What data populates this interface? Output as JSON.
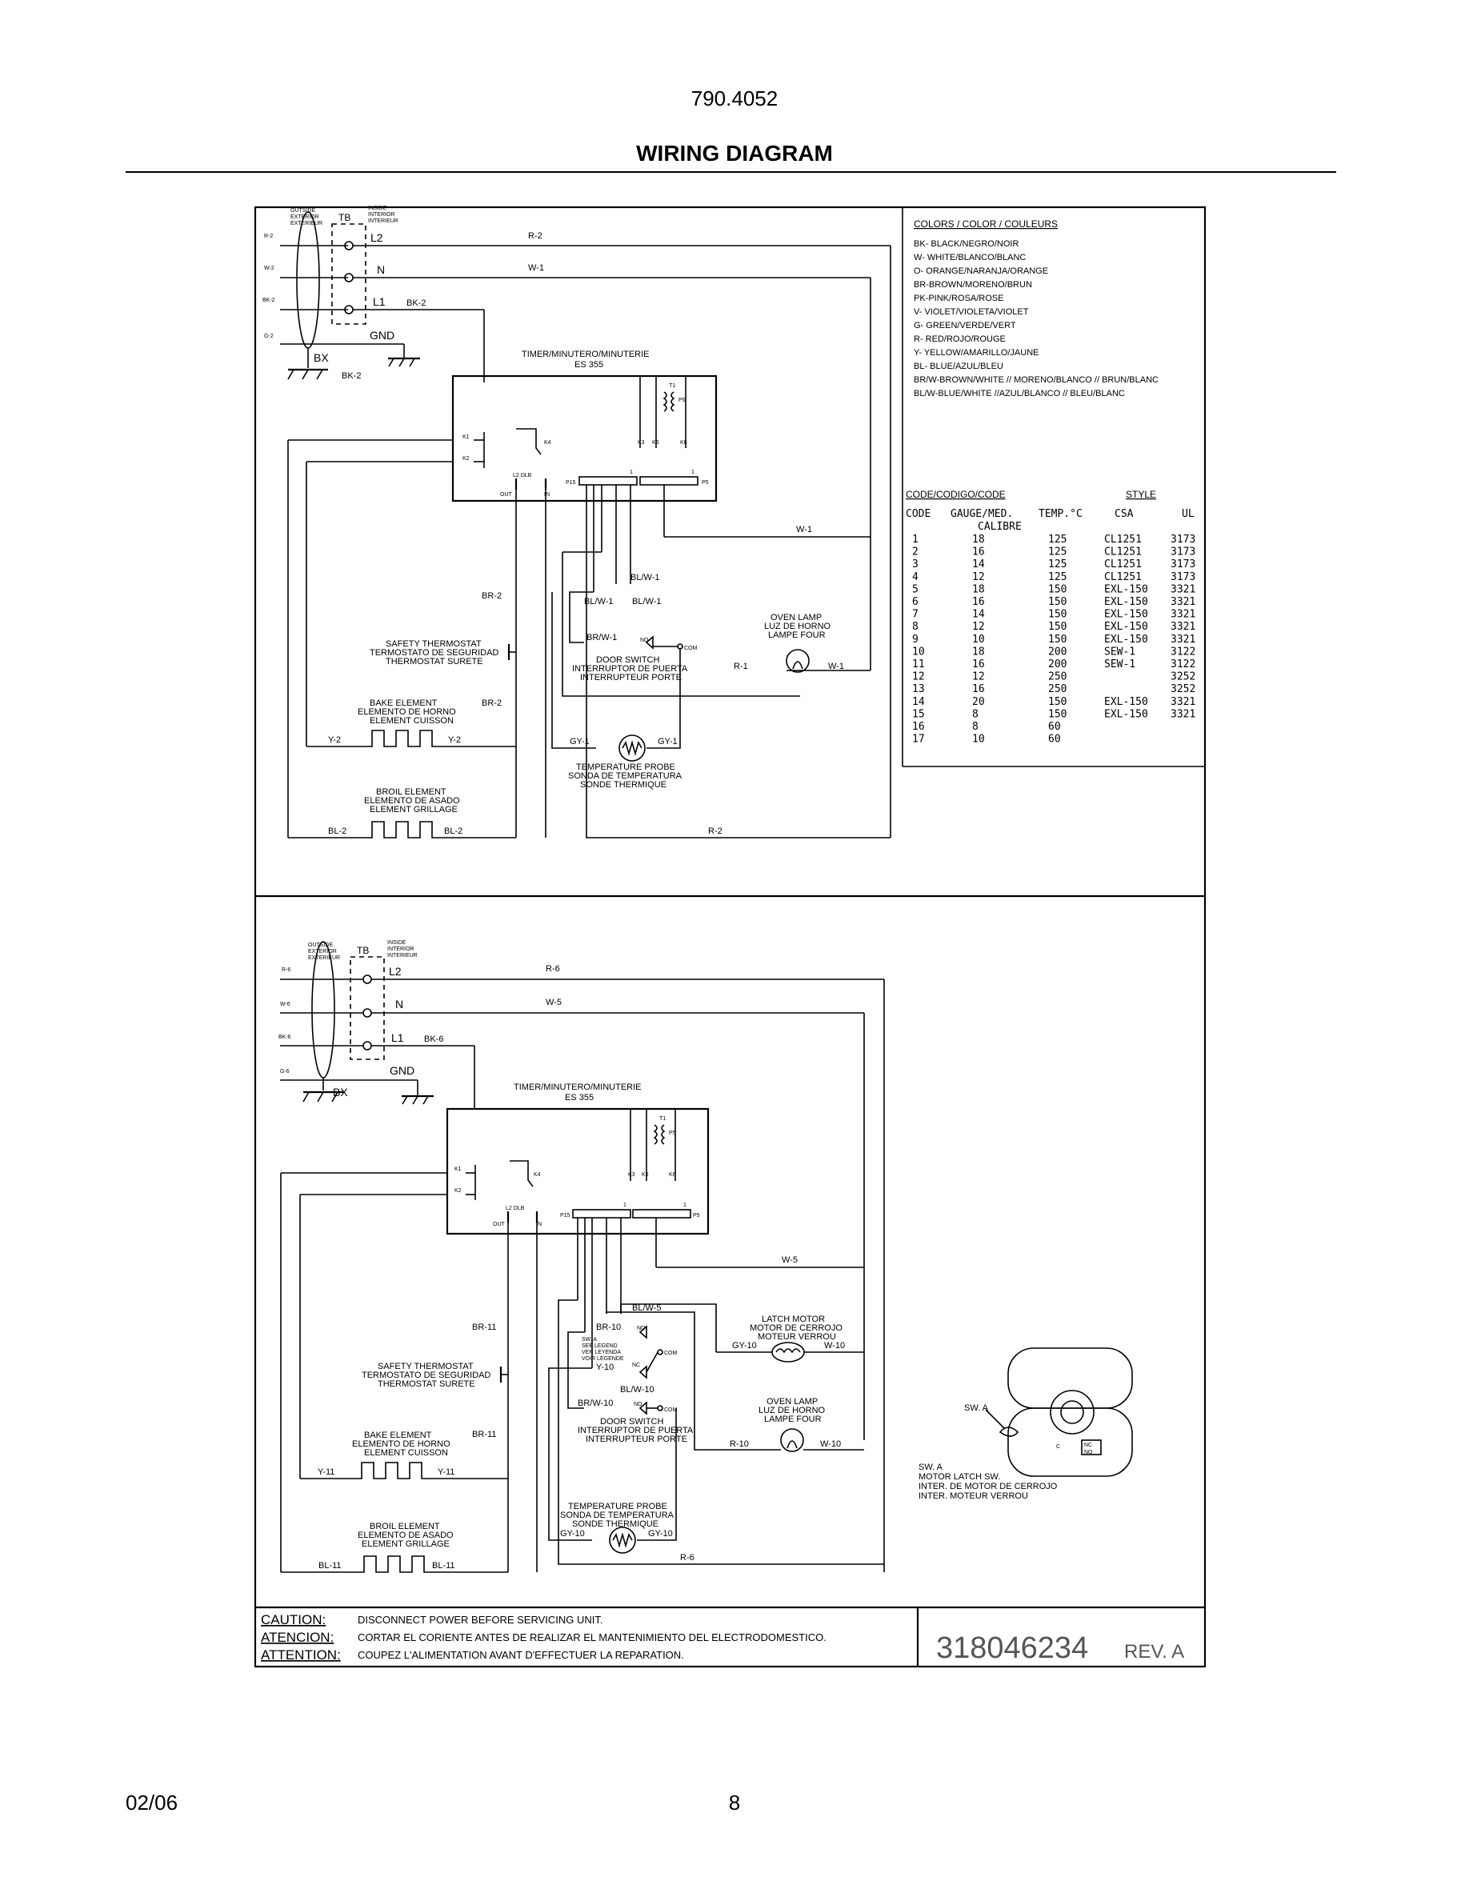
{
  "header": {
    "model": "790.4052",
    "title": "WIRING DIAGRAM"
  },
  "footer": {
    "date": "02/06",
    "page": "8"
  },
  "tb": {
    "outside": [
      "OUTSIDE",
      "EXTERIOR",
      "EXTERIEUR"
    ],
    "inside": [
      "INSIDE",
      "INTERIOR",
      "INTERIEUR"
    ],
    "tb": "TB",
    "l2": "L2",
    "n": "N",
    "l1": "L1",
    "gnd": "GND",
    "bx": "BX"
  },
  "timer": {
    "title": "TIMER/MINUTERO/MINUTERIE",
    "model": "ES 355",
    "k1": "K1",
    "k2": "K2",
    "k4": "K4",
    "k3": "K3",
    "k5": "K5",
    "k6": "K6",
    "t1": "T1",
    "p5": "P5",
    "p15": "P15",
    "l2dlb": "L2 DLB",
    "out": "OUT",
    "in": "IN",
    "one": "1"
  },
  "diagram1": {
    "wires": {
      "r2_top": "R-2",
      "w1_top": "W-1",
      "bk2_l1": "BK-2",
      "bk2_gnd": "BK-2",
      "w1_mid": "W-1",
      "br2_a": "BR-2",
      "br2_b": "BR-2",
      "y2_a": "Y-2",
      "y2_b": "Y-2",
      "bl2_a": "BL-2",
      "bl2_b": "BL-2",
      "blw1_a": "BL/W-1",
      "blw1_b": "BL/W-1",
      "blw1_c": "BL/W-1",
      "brw1": "BR/W-1",
      "r1": "R-1",
      "w1_lamp": "W-1",
      "gy1_a": "GY-1",
      "gy1_b": "GY-1",
      "r2_bottom": "R-2"
    },
    "left_codes": [
      "R-2",
      "W-2",
      "BK-2",
      "G-2"
    ],
    "safety_thermostat": [
      "SAFETY THERMOSTAT",
      "TERMOSTATO DE SEGURIDAD",
      "THERMOSTAT SURETE"
    ],
    "bake_element": [
      "BAKE ELEMENT",
      "ELEMENTO DE HORNO",
      "ELEMENT CUISSON"
    ],
    "broil_element": [
      "BROIL ELEMENT",
      "ELEMENTO DE ASADO",
      "ELEMENT GRILLAGE"
    ],
    "door_switch": [
      "DOOR SWITCH",
      "INTERRUPTOR DE PUERTA",
      "INTERRUPTEUR PORTE"
    ],
    "oven_lamp": [
      "OVEN LAMP",
      "LUZ DE HORNO",
      "LAMPE FOUR"
    ],
    "temp_probe": [
      "TEMPERATURE PROBE",
      "SONDA DE TEMPERATURA",
      "SONDE THERMIQUE"
    ],
    "no": "NO",
    "com": "COM"
  },
  "diagram2": {
    "wires": {
      "r6_top": "R-6",
      "w5_top": "W-5",
      "bk6_l1": "BK-6",
      "w5_mid": "W-5",
      "br11_a": "BR-11",
      "br11_b": "BR-11",
      "y11_a": "Y-11",
      "y11_b": "Y-11",
      "bl11_a": "BL-11",
      "bl11_b": "BL-11",
      "blw5": "BL/W-5",
      "br10": "BR-10",
      "y10": "Y-10",
      "blw10": "BL/W-10",
      "brw10": "BR/W-10",
      "gy10_latch": "GY-10",
      "w10_latch": "W-10",
      "r10": "R-10",
      "w10_lamp": "W-10",
      "gy10_a": "GY-10",
      "gy10_b": "GY-10",
      "r6_bottom": "R-6"
    },
    "left_codes": [
      "R-6",
      "W-6",
      "BK-6",
      "G-6"
    ],
    "swa_legend": [
      "SW. A",
      "SEE LEGEND",
      "VER LEYENDA",
      "VOIR LEGENDE"
    ],
    "latch_motor": [
      "LATCH MOTOR",
      "MOTOR DE CERROJO",
      "MOTEUR VERROU"
    ],
    "oven_lamp": [
      "OVEN LAMP",
      "LUZ DE HORNO",
      "LAMPE FOUR"
    ],
    "door_switch": [
      "DOOR SWITCH",
      "INTERRUPTOR DE PUERTA",
      "INTERRUPTEUR PORTE"
    ],
    "temp_probe": [
      "TEMPERATURE PROBE",
      "SONDA DE TEMPERATURA",
      "SONDE THERMIQUE"
    ],
    "safety_thermostat": [
      "SAFETY THERMOSTAT",
      "TERMOSTATO DE SEGURIDAD",
      "THERMOSTAT SURETE"
    ],
    "bake_element": [
      "BAKE ELEMENT",
      "ELEMENTO DE HORNO",
      "ELEMENT CUISSON"
    ],
    "broil_element": [
      "BROIL ELEMENT",
      "ELEMENTO DE ASADO",
      "ELEMENT GRILLAGE"
    ],
    "no": "NO",
    "nc": "NC",
    "com": "COM",
    "swa_detail": {
      "label": "SW. A",
      "c": "C",
      "nc": "NC",
      "no": "NO",
      "legend": [
        "SW. A",
        "MOTOR LATCH SW.",
        "INTER. DE MOTOR DE CERROJO",
        "INTER. MOTEUR VERROU"
      ]
    }
  },
  "colors_legend": {
    "title": "COLORS / COLOR / COULEURS",
    "items": [
      "BK- BLACK/NEGRO/NOIR",
      "W- WHITE/BLANCO/BLANC",
      "O- ORANGE/NARANJA/ORANGE",
      "BR-BROWN/MORENO/BRUN",
      "PK-PINK/ROSA/ROSE",
      "V- VIOLET/VIOLETA/VIOLET",
      "G- GREEN/VERDE/VERT",
      "R- RED/ROJO/ROUGE",
      "Y- YELLOW/AMARILLO/JAUNE",
      "BL- BLUE/AZUL/BLEU",
      "BR/W-BROWN/WHITE // MORENO/BLANCO // BRUN/BLANC",
      "BL/W-BLUE/WHITE //AZUL/BLANCO // BLEU/BLANC"
    ]
  },
  "code_table": {
    "heading": "CODE/CODIGO/CODE",
    "style": "STYLE",
    "columns": [
      "CODE",
      "GAUGE/MED.",
      "TEMP.°C",
      "CSA",
      "UL"
    ],
    "calibre": "CALIBRE",
    "rows": [
      [
        "1",
        "18",
        "125",
        "CL1251",
        "3173"
      ],
      [
        "2",
        "16",
        "125",
        "CL1251",
        "3173"
      ],
      [
        "3",
        "14",
        "125",
        "CL1251",
        "3173"
      ],
      [
        "4",
        "12",
        "125",
        "CL1251",
        "3173"
      ],
      [
        "5",
        "18",
        "150",
        "EXL-150",
        "3321"
      ],
      [
        "6",
        "16",
        "150",
        "EXL-150",
        "3321"
      ],
      [
        "7",
        "14",
        "150",
        "EXL-150",
        "3321"
      ],
      [
        "8",
        "12",
        "150",
        "EXL-150",
        "3321"
      ],
      [
        "9",
        "10",
        "150",
        "EXL-150",
        "3321"
      ],
      [
        "10",
        "18",
        "200",
        "SEW-1",
        "3122"
      ],
      [
        "11",
        "16",
        "200",
        "SEW-1",
        "3122"
      ],
      [
        "12",
        "12",
        "250",
        "",
        "3252"
      ],
      [
        "13",
        "16",
        "250",
        "",
        "3252"
      ],
      [
        "14",
        "20",
        "150",
        "EXL-150",
        "3321"
      ],
      [
        "15",
        "8",
        "150",
        "EXL-150",
        "3321"
      ],
      [
        "16",
        "8",
        "60",
        "",
        ""
      ],
      [
        "17",
        "10",
        "60",
        "",
        ""
      ]
    ]
  },
  "caution": {
    "rows": [
      {
        "label": "CAUTION:",
        "text": "DISCONNECT POWER BEFORE SERVICING UNIT."
      },
      {
        "label": "ATENCION:",
        "text": "CORTAR EL CORIENTE ANTES DE REALIZAR EL MANTENIMIENTO DEL ELECTRODOMESTICO."
      },
      {
        "label": "ATTENTION:",
        "text": "COUPEZ L'ALIMENTATION AVANT D'EFFECTUER LA REPARATION."
      }
    ],
    "part_number": "318046234",
    "rev": "REV. A"
  }
}
